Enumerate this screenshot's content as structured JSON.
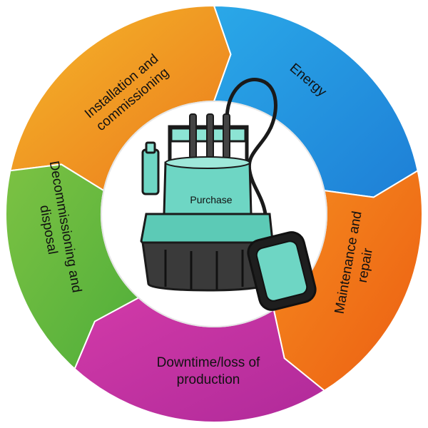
{
  "diagram": {
    "center": {
      "label": "Purchase",
      "icon": "submersible-pump-icon"
    },
    "segments": [
      {
        "id": "installation",
        "lines": [
          "Installation and",
          "commissioning"
        ],
        "color": "#f4b62a",
        "color2": "#ec7a1c"
      },
      {
        "id": "energy",
        "lines": [
          "Energy"
        ],
        "color": "#2aa8e8",
        "color2": "#1e7fd6"
      },
      {
        "id": "maintenance",
        "lines": [
          "Maintenance and",
          "repair"
        ],
        "color": "#f58b1f",
        "color2": "#ec5e12"
      },
      {
        "id": "downtime",
        "lines": [
          "Downtime/loss of",
          "production"
        ],
        "color": "#d23aa8",
        "color2": "#b02a9a"
      },
      {
        "id": "decommissioning",
        "lines": [
          "Decommissioning and",
          "disposal"
        ],
        "color": "#7cc243",
        "color2": "#4fae3a"
      }
    ]
  }
}
